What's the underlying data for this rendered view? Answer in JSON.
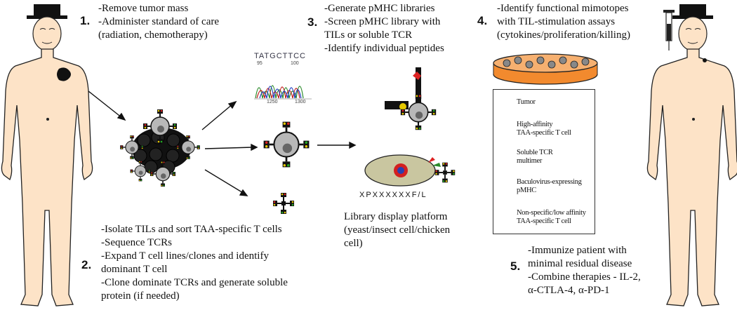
{
  "steps": {
    "s1": {
      "number": "1.",
      "lines": [
        "-Remove tumor mass",
        "-Administer standard of care",
        "(radiation, chemotherapy)"
      ]
    },
    "s2": {
      "number": "2.",
      "lines": [
        "-Isolate TILs and sort TAA-specific T cells",
        "-Sequence TCRs",
        "-Expand T cell lines/clones and identify",
        "dominant T cell",
        "-Clone dominate TCRs and generate soluble",
        "protein (if needed)"
      ]
    },
    "s3": {
      "number": "3.",
      "lines": [
        "-Generate pMHC libraries",
        "-Screen pMHC library with",
        "TILs or soluble TCR",
        "-Identify individual peptides"
      ]
    },
    "s4": {
      "number": "4.",
      "lines": [
        "-Identify functional mimotopes",
        "with TIL-stimulation assays",
        "(cytokines/proliferation/killing)"
      ]
    },
    "s5": {
      "number": "5.",
      "lines": [
        "-Immunize patient with",
        "minimal residual disease",
        "-Combine therapies - IL-2,",
        "α-CTLA-4, α-PD-1"
      ]
    }
  },
  "library": {
    "sequence": "XPXXXXXXF/L",
    "lines": [
      "Library display platform",
      "(yeast/insect cell/chicken",
      "cell)"
    ]
  },
  "chromatogram": {
    "bases": "TATGCTTCC",
    "ticks_top": [
      "95",
      "100"
    ],
    "ticks_bottom": [
      "1250",
      "1300"
    ]
  },
  "legend": {
    "items": [
      {
        "lines": [
          "Tumor"
        ]
      },
      {
        "lines": [
          "High-affinity",
          "TAA-specific T cell"
        ]
      },
      {
        "lines": [
          "Soluble TCR",
          "multimer"
        ]
      },
      {
        "lines": [
          "Baculovirus-expressing",
          "pMHC"
        ]
      },
      {
        "lines": [
          "Non-specific/low affinity",
          "TAA-specific T cell"
        ]
      }
    ]
  },
  "colors": {
    "skin": "#fde3c7",
    "dish": "#f28a2e",
    "cell_grey": "#b8b8b8",
    "yeast": "#c9c6a0",
    "nucleus_red": "#d32020",
    "nucleus_blue": "#2a3fb0"
  }
}
